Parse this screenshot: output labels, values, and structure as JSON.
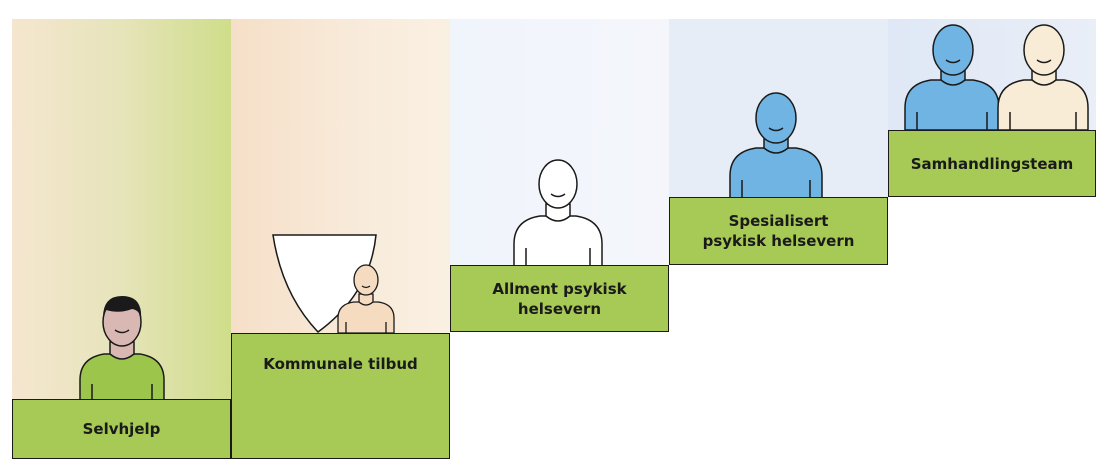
{
  "steps": [
    {
      "label": "Selvhjelp"
    },
    {
      "label": "Kommunale tilbud"
    },
    {
      "label": "Allment psykisk\nhelsevern"
    },
    {
      "label": "Spesialisert\npsykisk helsevern"
    },
    {
      "label": "Samhandlingsteam"
    }
  ],
  "colors": {
    "step_green": "#a7c955",
    "outline": "#1a1a1a",
    "person_green_shirt": "#9cc54b",
    "person_blue": "#6fb4e2",
    "person_peach": "#f5dcc0",
    "person_beige": "#f8ecd6",
    "person_hair": "#1a1a1a"
  },
  "icons": [
    "person-icon",
    "desk-lamp-icon"
  ]
}
